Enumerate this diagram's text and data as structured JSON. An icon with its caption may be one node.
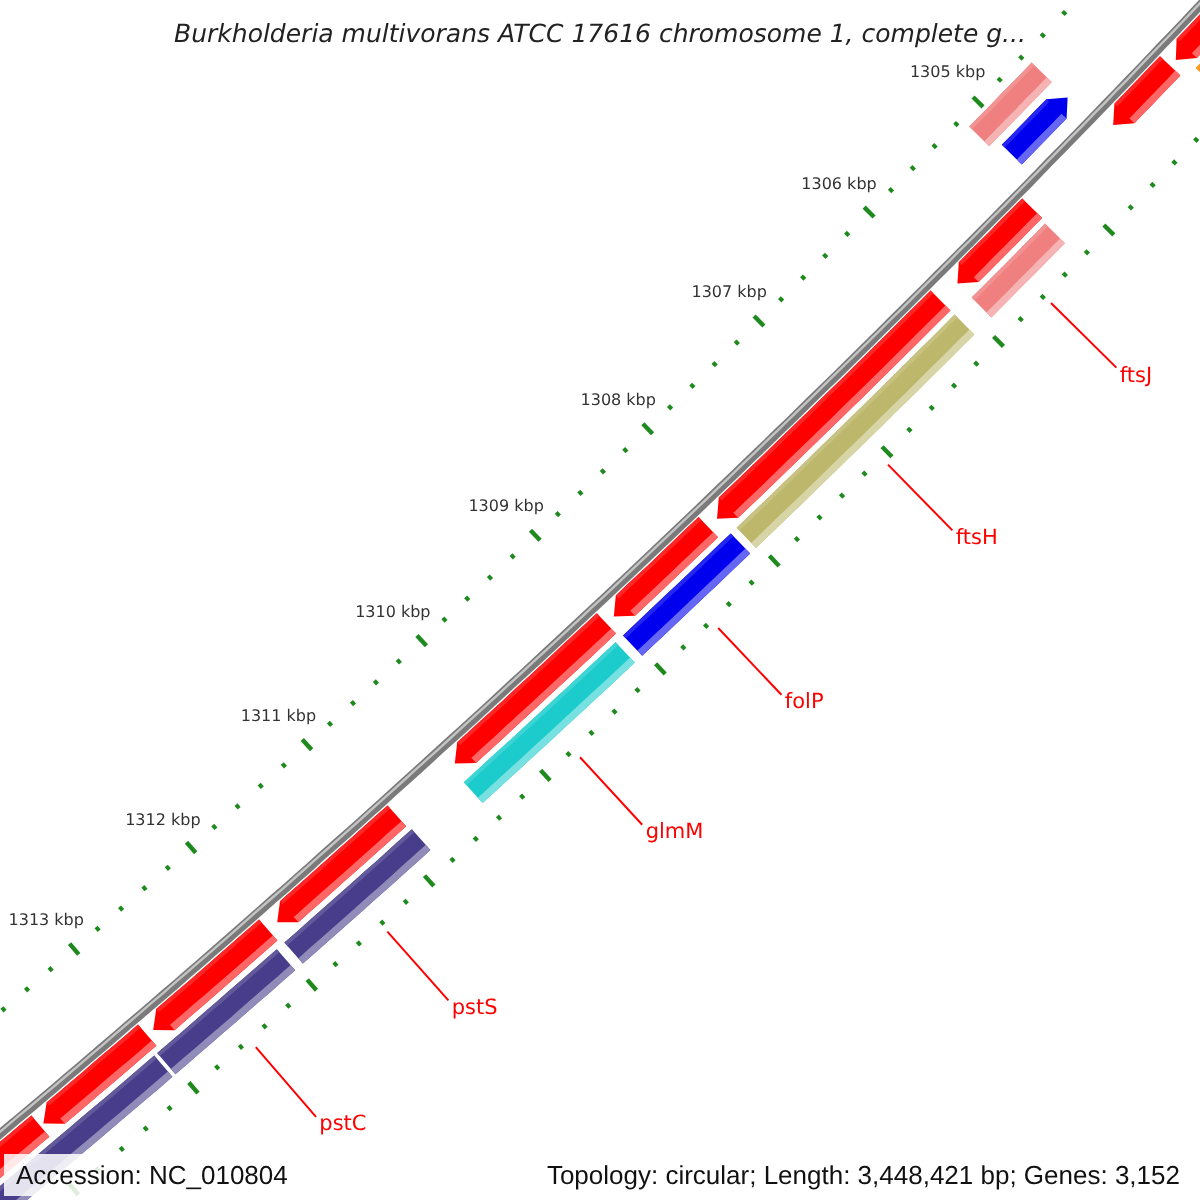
{
  "diagram": {
    "title": "Burkholderia multivorans ATCC 17616 chromosome 1, complete g...",
    "nodes": [
      {
        "text": [
          "ftsJ"
        ]
      },
      {
        "text": [
          "ftsH"
        ]
      },
      {
        "text": [
          "folP"
        ]
      },
      {
        "text": [
          "glmM"
        ]
      },
      {
        "text": [
          "pstS"
        ]
      },
      {
        "text": [
          "pstC"
        ]
      }
    ],
    "edges": [
      {
        "from": 0,
        "to": null,
        "arrow": "none"
      },
      {
        "from": 1,
        "to": null,
        "arrow": "none"
      },
      {
        "from": 2,
        "to": null,
        "arrow": "none"
      },
      {
        "from": 3,
        "to": null,
        "arrow": "none"
      },
      {
        "from": 4,
        "to": null,
        "arrow": "none"
      },
      {
        "from": 5,
        "to": null,
        "arrow": "none"
      }
    ],
    "labels": [
      "1305 kbp",
      "1306 kbp",
      "1307 kbp",
      "1308 kbp",
      "1309 kbp",
      "1310 kbp",
      "1311 kbp",
      "1312 kbp",
      "1313 kbp",
      "Accession: NC_010804",
      "Topology: circular; Length: 3,448,421 bp; Genes: 3,152"
    ]
  }
}
